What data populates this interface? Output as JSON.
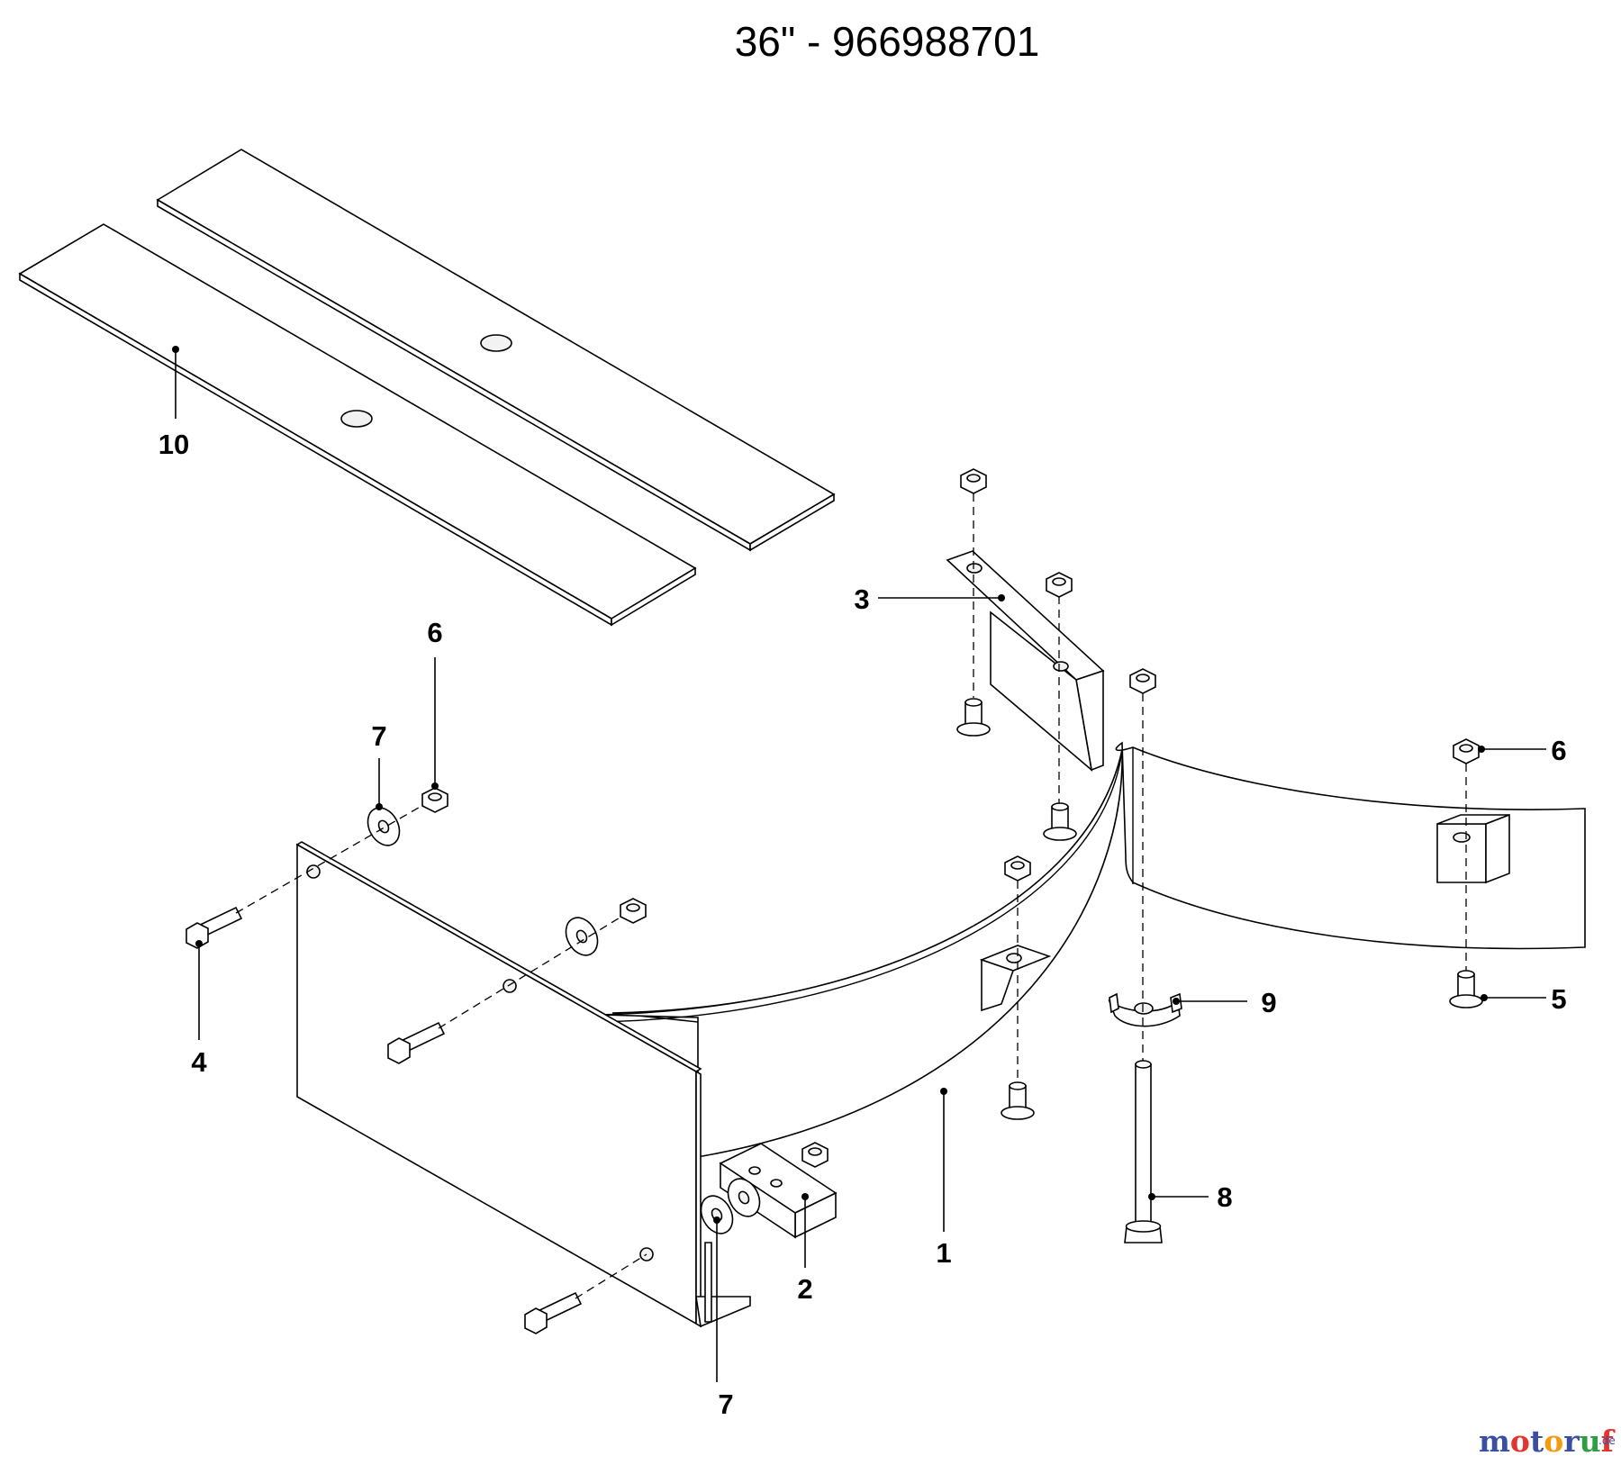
{
  "title": "36\" - 966988701",
  "callouts": {
    "c1": "1",
    "c2": "2",
    "c3": "3",
    "c4": "4",
    "c5": "5",
    "c6a": "6",
    "c6b": "6",
    "c7a": "7",
    "c7b": "7",
    "c8": "8",
    "c9": "9",
    "c10": "10"
  },
  "watermark": {
    "text_main": "motoruf",
    "text_suffix": ".de",
    "letter_colors": [
      "#3a4fa3",
      "#e3342f",
      "#3a4fa3",
      "#f39c12",
      "#3a4fa3",
      "#2e9e44",
      "#e3342f"
    ]
  }
}
